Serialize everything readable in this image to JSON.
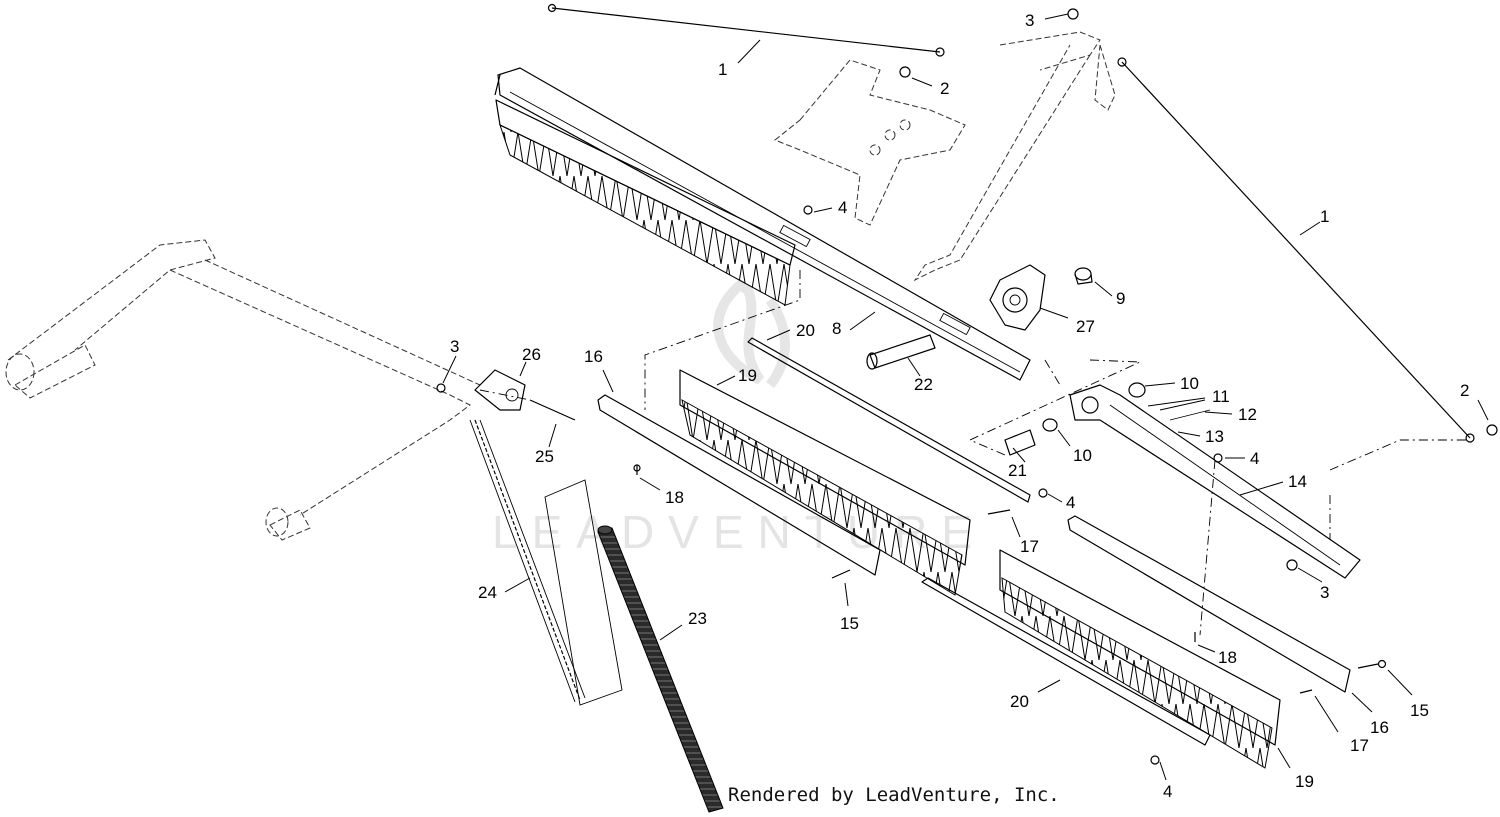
{
  "watermark": "LEADVENTURE",
  "footer": "Rendered by LeadVenture, Inc.",
  "callouts": [
    {
      "id": "c1a",
      "label": "1"
    },
    {
      "id": "c1b",
      "label": "1"
    },
    {
      "id": "c2a",
      "label": "2"
    },
    {
      "id": "c2b",
      "label": "2"
    },
    {
      "id": "c3a",
      "label": "3"
    },
    {
      "id": "c3b",
      "label": "3"
    },
    {
      "id": "c3c",
      "label": "3"
    },
    {
      "id": "c4a",
      "label": "4"
    },
    {
      "id": "c4b",
      "label": "4"
    },
    {
      "id": "c4c",
      "label": "4"
    },
    {
      "id": "c4d",
      "label": "4"
    },
    {
      "id": "c8",
      "label": "8"
    },
    {
      "id": "c9",
      "label": "9"
    },
    {
      "id": "c10a",
      "label": "10"
    },
    {
      "id": "c10b",
      "label": "10"
    },
    {
      "id": "c11",
      "label": "11"
    },
    {
      "id": "c12",
      "label": "12"
    },
    {
      "id": "c13",
      "label": "13"
    },
    {
      "id": "c14",
      "label": "14"
    },
    {
      "id": "c15a",
      "label": "15"
    },
    {
      "id": "c15b",
      "label": "15"
    },
    {
      "id": "c16a",
      "label": "16"
    },
    {
      "id": "c16b",
      "label": "16"
    },
    {
      "id": "c17a",
      "label": "17"
    },
    {
      "id": "c17b",
      "label": "17"
    },
    {
      "id": "c18a",
      "label": "18"
    },
    {
      "id": "c18b",
      "label": "18"
    },
    {
      "id": "c19a",
      "label": "19"
    },
    {
      "id": "c19b",
      "label": "19"
    },
    {
      "id": "c20a",
      "label": "20"
    },
    {
      "id": "c20b",
      "label": "20"
    },
    {
      "id": "c21",
      "label": "21"
    },
    {
      "id": "c22",
      "label": "22"
    },
    {
      "id": "c23",
      "label": "23"
    },
    {
      "id": "c24",
      "label": "24"
    },
    {
      "id": "c25",
      "label": "25"
    },
    {
      "id": "c26",
      "label": "26"
    },
    {
      "id": "c27",
      "label": "27"
    }
  ]
}
